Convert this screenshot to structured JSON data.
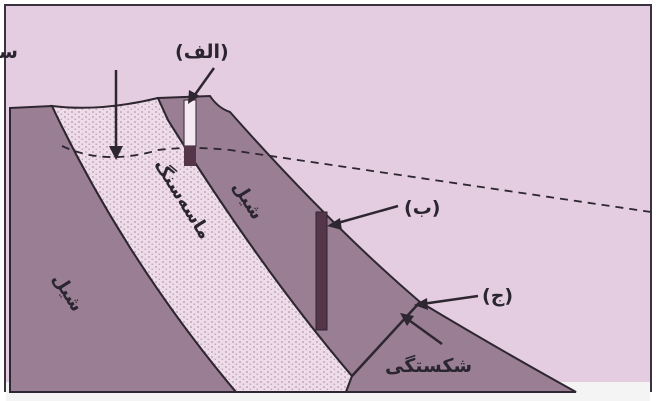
{
  "labels": {
    "piezometric_surface": "سطح پیزومتریک",
    "point_a": "(الف)",
    "point_b": "(ب)",
    "point_c": "(ج)",
    "fracture": "شکستگی",
    "shale_left": "شیل",
    "shale_right": "شیل",
    "sandstone": "ماسه‌سنگ"
  },
  "colors": {
    "background": "#e4cde0",
    "shale": "#9a7f94",
    "sandstone": "#eedcea",
    "outline": "#2e2630",
    "piezometer_dark": "#55354a"
  }
}
